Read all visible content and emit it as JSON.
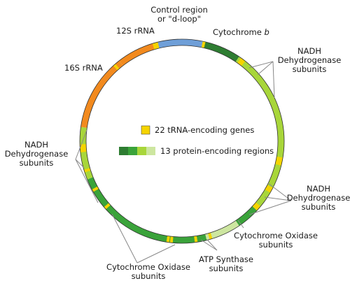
{
  "labels": {
    "control_region_1": "Control region",
    "control_region_2": "or \"d-loop\"",
    "cytochrome_b_main": "Cytochrome ",
    "cytochrome_b_italic": "b",
    "rrna_12s": "12S rRNA",
    "rrna_16s": "16S rRNA",
    "nadh_top_1": "NADH",
    "nadh_top_2": "Dehydrogenase",
    "nadh_top_3": "subunits",
    "nadh_left_1": "NADH",
    "nadh_left_2": "Dehydrogenase",
    "nadh_left_3": "subunits",
    "nadh_right_1": "NADH",
    "nadh_right_2": "Dehydrogenase",
    "nadh_right_3": "subunits",
    "cox_right_1": "Cytochrome Oxidase",
    "cox_right_2": "subunits",
    "cox_bottom_1": "Cytochrome Oxidase",
    "cox_bottom_2": "subunits",
    "atp_1": "ATP Synthase",
    "atp_2": "subunits"
  },
  "legend": {
    "trna_label": "22 tRNA-encoding genes",
    "protein_label": "13 protein-encoding regions"
  },
  "colors": {
    "control_region": "#6f9fd8",
    "rrna": "#f28a1e",
    "cytochrome_b": "#2e7d32",
    "nadh": "#a8d63a",
    "cytochrome_oxidase": "#3aa33a",
    "atp_synthase": "#cde6a0",
    "trna": "#f5d400",
    "outline": "#2f2f2f",
    "leader": "#888888"
  }
}
